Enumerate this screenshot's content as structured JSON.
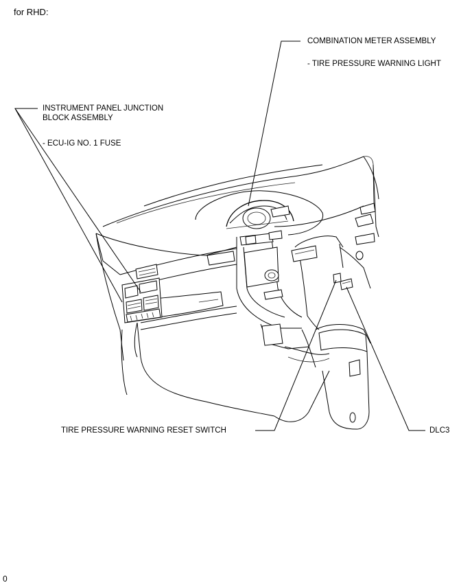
{
  "caption": "for RHD:",
  "figure_number": "0",
  "callouts": {
    "combination_meter": {
      "title": "COMBINATION METER ASSEMBLY",
      "item": "- TIRE PRESSURE WARNING LIGHT"
    },
    "junction_block": {
      "title_line1": "INSTRUMENT PANEL JUNCTION",
      "title_line2": "BLOCK ASSEMBLY",
      "item": "- ECU-IG NO. 1 FUSE"
    },
    "reset_switch": {
      "title": "TIRE PRESSURE WARNING RESET SWITCH"
    },
    "dlc3": {
      "title": "DLC3"
    }
  }
}
